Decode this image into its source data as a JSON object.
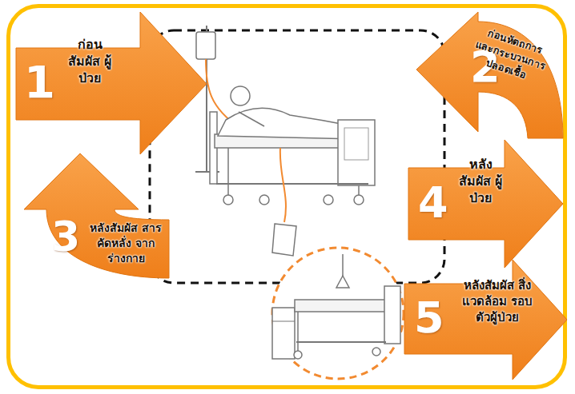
{
  "diagram": {
    "nodes": [
      {
        "text": [
          "1",
          "ก่อน สัมผัส ผู้ป่วย"
        ]
      },
      {
        "text": [
          "2",
          "ก่อนหัตถการ และกระบวนการ ปลอดเชื้อ"
        ]
      },
      {
        "text": [
          "3",
          "หลังสัมผัส สารคัดหลั่ง จากร่างกาย"
        ]
      },
      {
        "text": [
          "4",
          "หลัง สัมผัส ผู้ป่วย"
        ]
      },
      {
        "text": [
          "5",
          "หลังสัมผัส สิ่งแวดล้อม รอบตัวผู้ป่วย"
        ]
      }
    ]
  }
}
